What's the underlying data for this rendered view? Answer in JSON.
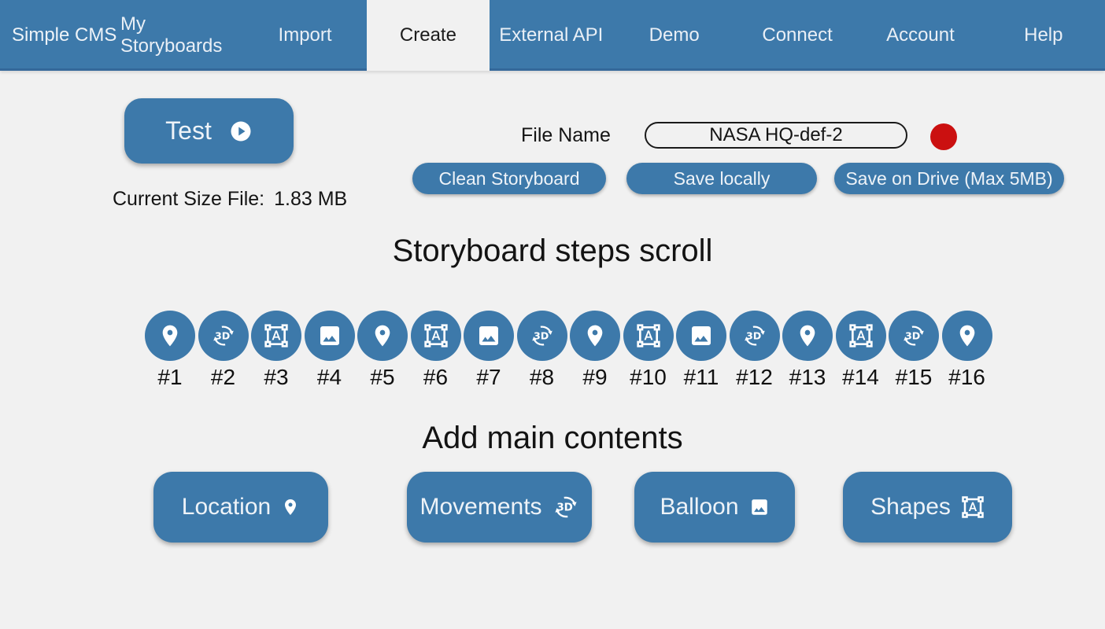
{
  "colors": {
    "primary_blue": "#3d79aa",
    "background": "#f1f1f1",
    "status_red": "#cb1010"
  },
  "nav": {
    "brand": "Simple CMS",
    "items": [
      {
        "label": "My Storyboards",
        "active": false
      },
      {
        "label": "Import",
        "active": false
      },
      {
        "label": "Create",
        "active": true
      },
      {
        "label": "External API",
        "active": false
      },
      {
        "label": "Demo",
        "active": false
      },
      {
        "label": "Connect",
        "active": false
      },
      {
        "label": "Account",
        "active": false
      },
      {
        "label": "Help",
        "active": false
      }
    ]
  },
  "toolbar": {
    "test_label": "Test",
    "test_icon": "play-circle-icon",
    "current_size_label": "Current Size File:",
    "current_size_value": "1.83 MB",
    "file_name_label": "File Name",
    "file_name_value": "NASA HQ-def-2",
    "clean_label": "Clean Storyboard",
    "save_local_label": "Save locally",
    "save_drive_label": "Save on Drive (Max 5MB)"
  },
  "steps": {
    "title": "Storyboard steps scroll",
    "items": [
      {
        "label": "#1",
        "icon": "location-pin-icon"
      },
      {
        "label": "#2",
        "icon": "rotation-3d-icon"
      },
      {
        "label": "#3",
        "icon": "format-shapes-icon"
      },
      {
        "label": "#4",
        "icon": "image-icon"
      },
      {
        "label": "#5",
        "icon": "location-pin-icon"
      },
      {
        "label": "#6",
        "icon": "format-shapes-icon"
      },
      {
        "label": "#7",
        "icon": "image-icon"
      },
      {
        "label": "#8",
        "icon": "rotation-3d-icon"
      },
      {
        "label": "#9",
        "icon": "location-pin-icon"
      },
      {
        "label": "#10",
        "icon": "format-shapes-icon"
      },
      {
        "label": "#11",
        "icon": "image-icon"
      },
      {
        "label": "#12",
        "icon": "rotation-3d-icon"
      },
      {
        "label": "#13",
        "icon": "location-pin-icon"
      },
      {
        "label": "#14",
        "icon": "format-shapes-icon"
      },
      {
        "label": "#15",
        "icon": "rotation-3d-icon"
      },
      {
        "label": "#16",
        "icon": "location-pin-icon"
      }
    ]
  },
  "contents": {
    "title": "Add main contents",
    "buttons": [
      {
        "label": "Location",
        "icon": "location-pin-icon"
      },
      {
        "label": "Movements",
        "icon": "rotation-3d-icon"
      },
      {
        "label": "Balloon",
        "icon": "image-icon"
      },
      {
        "label": "Shapes",
        "icon": "format-shapes-icon"
      }
    ]
  }
}
